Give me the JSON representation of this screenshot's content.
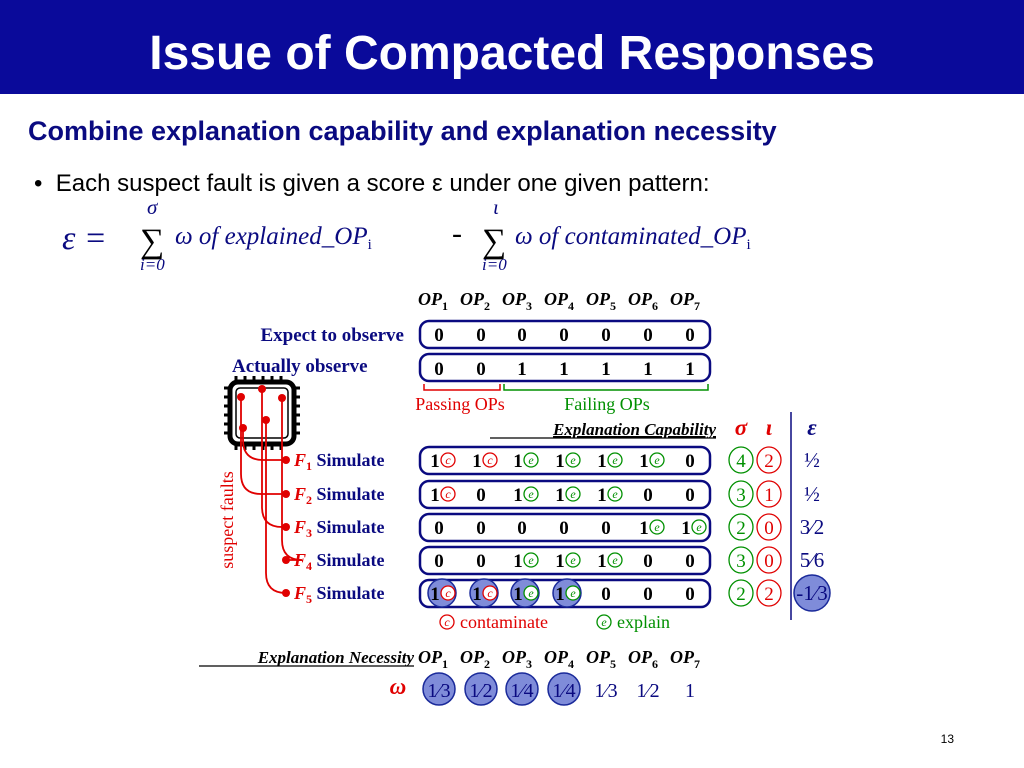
{
  "slide": {
    "title": "Issue of Compacted Responses",
    "subtitle": "Combine explanation capability and explanation necessity",
    "bullet": "Each suspect fault is given a score ε under one given pattern:",
    "slide_number": "13"
  },
  "formula": {
    "lhs": "ε =",
    "sigma_top": "σ",
    "iota_top": "ι",
    "sum_from": "i=0",
    "term1": "ω of explained_OP",
    "term2": "ω of contaminated_OP",
    "sub_i": "i",
    "minus": "-"
  },
  "op_header": [
    "OP1",
    "OP2",
    "OP3",
    "OP4",
    "OP5",
    "OP6",
    "OP7"
  ],
  "expect": {
    "label": "Expect to observe",
    "values": [
      "0",
      "0",
      "0",
      "0",
      "0",
      "0",
      "0"
    ]
  },
  "actual": {
    "label": "Actually observe",
    "values": [
      "0",
      "0",
      "1",
      "1",
      "1",
      "1",
      "1"
    ]
  },
  "passing_label": "Passing OPs",
  "failing_label": "Failing OPs",
  "explanation_capability_label": "Explanation Capability",
  "column_heads": {
    "sigma": "σ",
    "iota": "ι",
    "epsilon": "ε"
  },
  "suspect_faults_label": "suspect faults",
  "faults": [
    {
      "name": "F1",
      "simulate": "Simulate",
      "values": [
        "1",
        "1",
        "1",
        "1",
        "1",
        "1",
        "0"
      ],
      "marks": [
        "c",
        "c",
        "e",
        "e",
        "e",
        "e",
        ""
      ],
      "sigma": "4",
      "iota": "2",
      "epsilon": "½",
      "highlight": false
    },
    {
      "name": "F2",
      "simulate": "Simulate",
      "values": [
        "1",
        "0",
        "1",
        "1",
        "1",
        "0",
        "0"
      ],
      "marks": [
        "c",
        "",
        "e",
        "e",
        "e",
        "",
        ""
      ],
      "sigma": "3",
      "iota": "1",
      "epsilon": "½",
      "highlight": false
    },
    {
      "name": "F3",
      "simulate": "Simulate",
      "values": [
        "0",
        "0",
        "0",
        "0",
        "0",
        "1",
        "1"
      ],
      "marks": [
        "",
        "",
        "",
        "",
        "",
        "e",
        "e"
      ],
      "sigma": "2",
      "iota": "0",
      "epsilon": "3⁄2",
      "highlight": false
    },
    {
      "name": "F4",
      "simulate": "Simulate",
      "values": [
        "0",
        "0",
        "1",
        "1",
        "1",
        "0",
        "0"
      ],
      "marks": [
        "",
        "",
        "e",
        "e",
        "e",
        "",
        ""
      ],
      "sigma": "3",
      "iota": "0",
      "epsilon": "5⁄6",
      "highlight": false
    },
    {
      "name": "F5",
      "simulate": "Simulate",
      "values": [
        "1",
        "1",
        "1",
        "1",
        "0",
        "0",
        "0"
      ],
      "marks": [
        "c",
        "c",
        "e",
        "e",
        "",
        "",
        ""
      ],
      "sigma": "2",
      "iota": "2",
      "epsilon": "-1⁄3",
      "highlight": true
    }
  ],
  "legend": {
    "contaminate": "contaminate",
    "explain": "explain",
    "c_symbol": "c",
    "e_symbol": "e"
  },
  "explanation_necessity_label": "Explanation Necessity",
  "omega_symbol": "ω",
  "omega_values": [
    "1⁄3",
    "1⁄2",
    "1⁄4",
    "1⁄4",
    "1⁄3",
    "1⁄2",
    "1"
  ],
  "omega_highlight": [
    true,
    true,
    true,
    true,
    false,
    false,
    false
  ],
  "colors": {
    "title_bg": "#0a0a9a",
    "navy": "#0a0a80",
    "red": "#e00000",
    "green": "#009000",
    "highlight_fill": "#7f8cd9",
    "highlight_stroke": "#1a2a9a"
  }
}
